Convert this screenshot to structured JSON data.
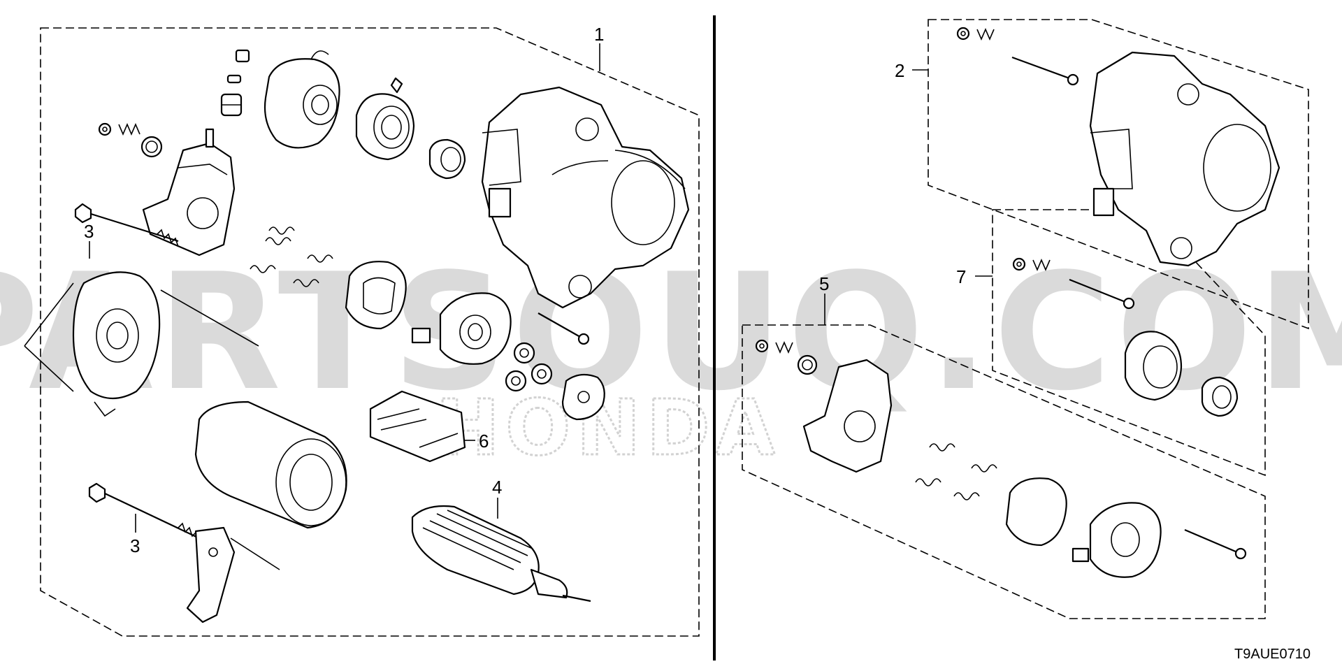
{
  "callouts": {
    "c1": "1",
    "c2": "2",
    "c3a": "3",
    "c3b": "3",
    "c4": "4",
    "c5": "5",
    "c6": "6",
    "c7": "7"
  },
  "diagram_code": "T9AUE0710",
  "watermark": {
    "main": "PARTSOUQ.COM",
    "brand": "HONDA"
  }
}
